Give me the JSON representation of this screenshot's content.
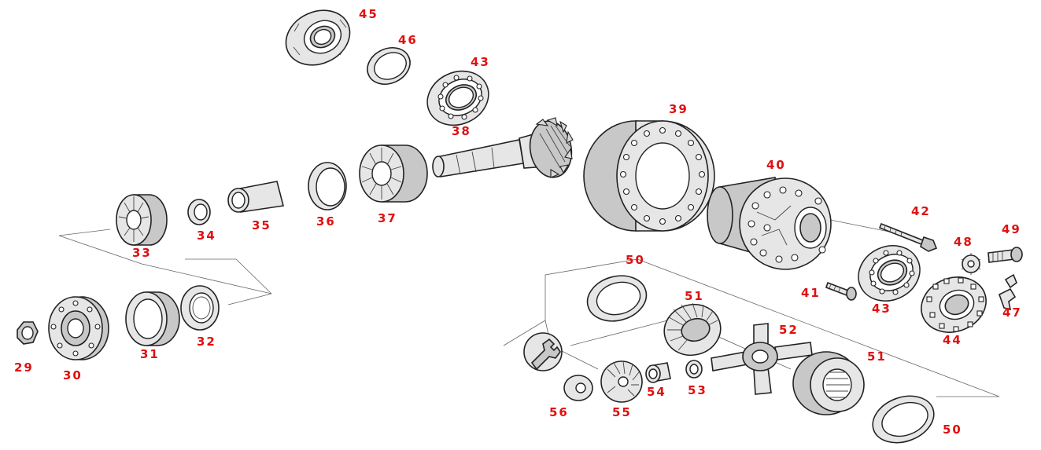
{
  "diagram": {
    "label_color": "#e01010",
    "callouts": [
      {
        "id": "c29",
        "text": "29"
      },
      {
        "id": "c30",
        "text": "30"
      },
      {
        "id": "c31",
        "text": "31"
      },
      {
        "id": "c32",
        "text": "32"
      },
      {
        "id": "c33",
        "text": "33"
      },
      {
        "id": "c34",
        "text": "34"
      },
      {
        "id": "c35",
        "text": "35"
      },
      {
        "id": "c36",
        "text": "36"
      },
      {
        "id": "c37",
        "text": "37"
      },
      {
        "id": "c38",
        "text": "38"
      },
      {
        "id": "c39",
        "text": "39"
      },
      {
        "id": "c40",
        "text": "40"
      },
      {
        "id": "c41",
        "text": "41"
      },
      {
        "id": "c42",
        "text": "42"
      },
      {
        "id": "c43a",
        "text": "43"
      },
      {
        "id": "c43b",
        "text": "43"
      },
      {
        "id": "c44",
        "text": "44"
      },
      {
        "id": "c45",
        "text": "45"
      },
      {
        "id": "c46",
        "text": "46"
      },
      {
        "id": "c47",
        "text": "47"
      },
      {
        "id": "c48",
        "text": "48"
      },
      {
        "id": "c49",
        "text": "49"
      },
      {
        "id": "c50a",
        "text": "50"
      },
      {
        "id": "c50b",
        "text": "50"
      },
      {
        "id": "c51a",
        "text": "51"
      },
      {
        "id": "c51b",
        "text": "51"
      },
      {
        "id": "c52",
        "text": "52"
      },
      {
        "id": "c53",
        "text": "53"
      },
      {
        "id": "c54",
        "text": "54"
      },
      {
        "id": "c55",
        "text": "55"
      },
      {
        "id": "c56",
        "text": "56"
      }
    ]
  }
}
